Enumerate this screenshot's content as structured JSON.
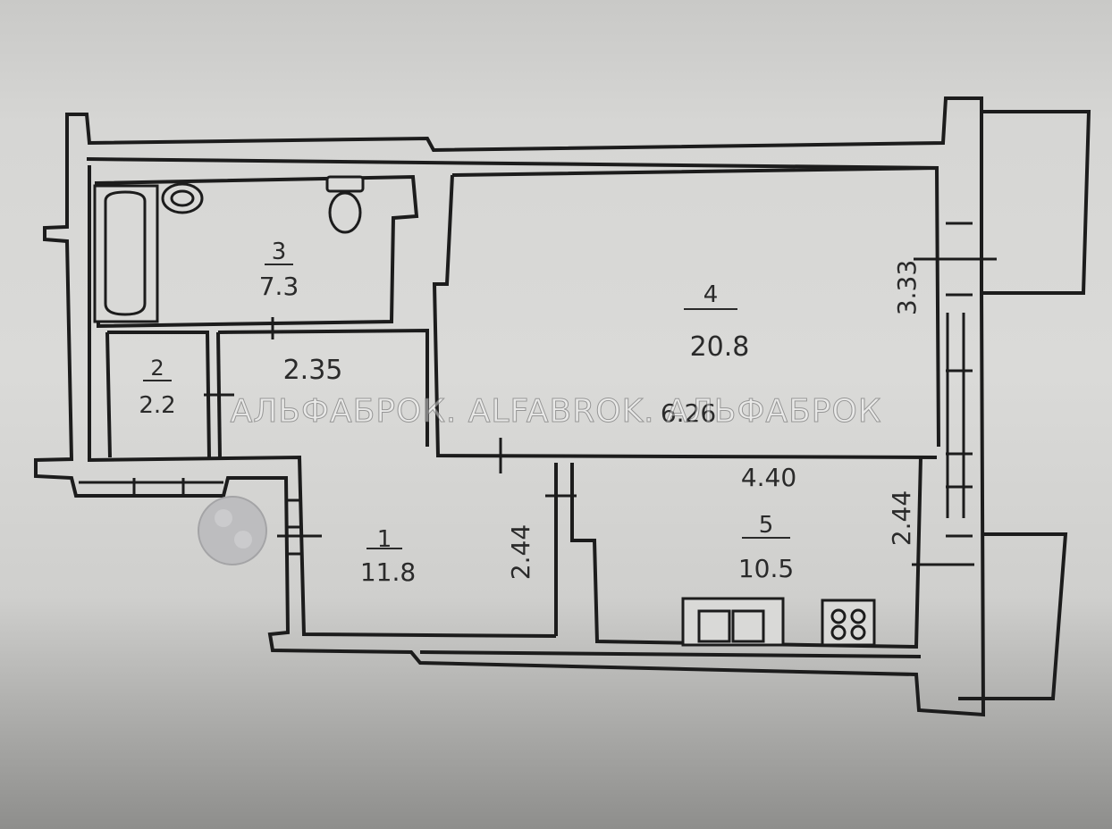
{
  "rooms": [
    {
      "id": "3",
      "area": "7.3"
    },
    {
      "id": "2",
      "area": "2.2"
    },
    {
      "id": "4",
      "area": "20.8"
    },
    {
      "id": "1",
      "area": "11.8"
    },
    {
      "id": "5",
      "area": "10.5"
    }
  ],
  "dimensions": {
    "hall_width": "2.35",
    "room4_length": "6.26",
    "room4_depth": "3.33",
    "hall_depth": "2.44",
    "kitchen_length": "4.40",
    "kitchen_depth": "2.44"
  },
  "watermark": "АЛЬФАБРОК. ALFABROK. АЛЬФАБРОК",
  "fixtures": [
    "bathtub-icon",
    "sink-icon",
    "toilet-icon",
    "kitchen-counter-icon",
    "stove-icon",
    "duct-circle-icon"
  ]
}
